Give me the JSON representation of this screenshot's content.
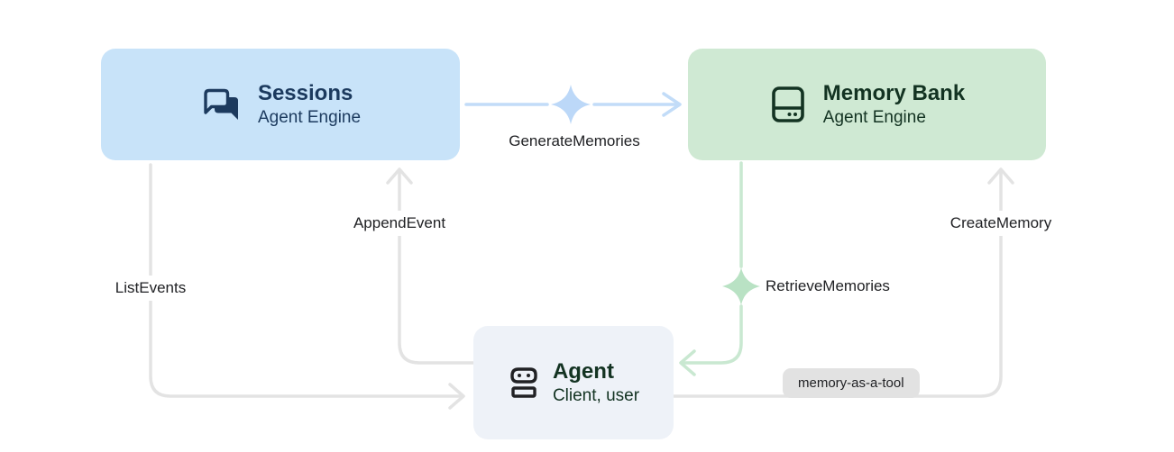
{
  "diagram": {
    "title": "Agent Engine Sessions and Memory Bank flow",
    "nodes": {
      "sessions": {
        "title": "Sessions",
        "subtitle": "Agent Engine",
        "icon": "chat-icon",
        "fill": "#c8e3f9",
        "text_color": "#1c3a5e"
      },
      "memory_bank": {
        "title": "Memory Bank",
        "subtitle": "Agent Engine",
        "icon": "storage-icon",
        "fill": "#cfe9d3",
        "text_color": "#133322"
      },
      "agent": {
        "title": "Agent",
        "subtitle": "Client, user",
        "icon": "robot-icon",
        "fill": "#eef2f8",
        "text_color": "#133322"
      }
    },
    "edges": {
      "generate_memories": {
        "label": "GenerateMemories",
        "from": "Sessions",
        "to": "Memory Bank",
        "color": "#c2dcf8",
        "sparkle": "true"
      },
      "append_event": {
        "label": "AppendEvent",
        "from": "Agent",
        "to": "Sessions",
        "color": "#e3e3e3",
        "sparkle": "false"
      },
      "list_events": {
        "label": "ListEvents",
        "from": "Sessions",
        "to": "Agent",
        "color": "#e3e3e3",
        "sparkle": "false"
      },
      "retrieve_memories": {
        "label": "RetrieveMemories",
        "from": "Memory Bank",
        "to": "Agent",
        "color": "#c9e8d1",
        "sparkle": "true"
      },
      "create_memory": {
        "label": "CreateMemory",
        "from": "Agent",
        "to": "Memory Bank",
        "color": "#e3e3e3",
        "sparkle": "false",
        "badge": "memory-as-a-tool"
      }
    },
    "badge": {
      "label": "memory-as-a-tool",
      "fill": "#e2e2e2"
    },
    "colors": {
      "background": "#ffffff",
      "grey_line": "#e3e3e3",
      "blue_line": "#c2dcf8",
      "blue_sparkle": "#bcd8f8",
      "green_line": "#c9e8d1",
      "green_sparkle": "#b9e2c4",
      "label_text": "#202124"
    }
  }
}
